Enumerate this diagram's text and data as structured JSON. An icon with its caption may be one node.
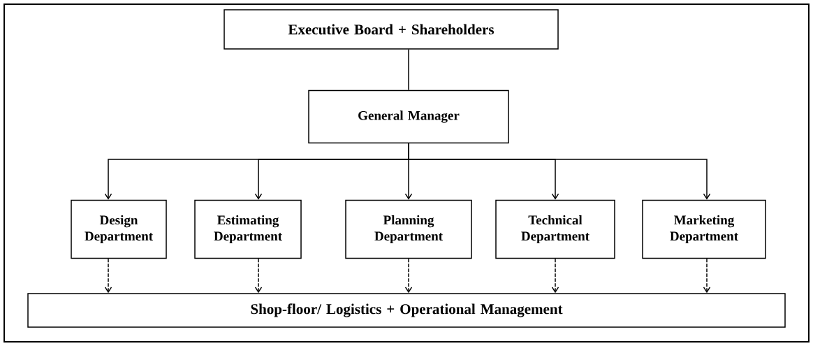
{
  "diagram": {
    "nodes": [
      {
        "text": [
          "Executive Board + Shareholders"
        ]
      },
      {
        "text": [
          "General Manager"
        ]
      },
      {
        "text": [
          "Design Department"
        ]
      },
      {
        "text": [
          "Estimating Department"
        ]
      },
      {
        "text": [
          "Planning Department"
        ]
      },
      {
        "text": [
          "Technical Department"
        ]
      },
      {
        "text": [
          "Marketing Department"
        ]
      },
      {
        "text": [
          "Shop-floor/ Logistics + Operational Management"
        ]
      }
    ],
    "edges": [
      {
        "from": 0,
        "to": 1,
        "arrow": "none"
      },
      {
        "from": 1,
        "to": 2,
        "arrow": "to"
      },
      {
        "from": 1,
        "to": 3,
        "arrow": "to"
      },
      {
        "from": 1,
        "to": 4,
        "arrow": "to"
      },
      {
        "from": 1,
        "to": 5,
        "arrow": "to"
      },
      {
        "from": 1,
        "to": 6,
        "arrow": "to"
      },
      {
        "from": 2,
        "to": 7,
        "arrow": "to",
        "style": "dashed"
      },
      {
        "from": 3,
        "to": 7,
        "arrow": "to",
        "style": "dashed"
      },
      {
        "from": 4,
        "to": 7,
        "arrow": "to",
        "style": "dashed"
      },
      {
        "from": 5,
        "to": 7,
        "arrow": "to",
        "style": "dashed"
      },
      {
        "from": 6,
        "to": 7,
        "arrow": "to",
        "style": "dashed"
      }
    ]
  }
}
